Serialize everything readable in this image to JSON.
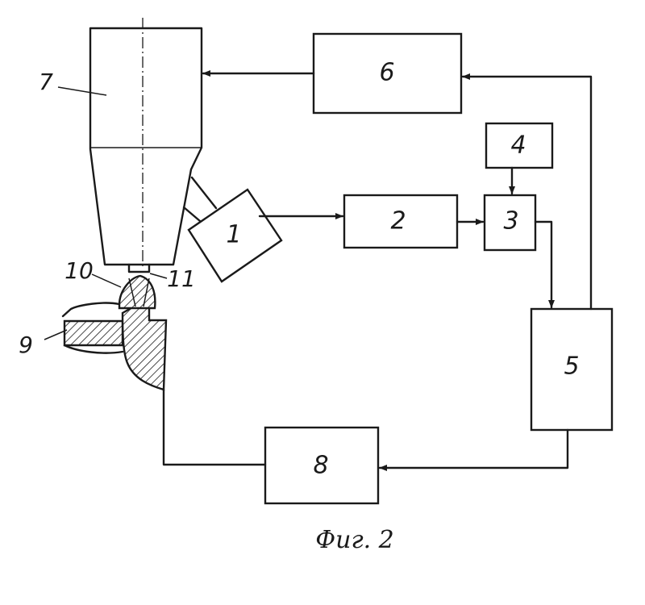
{
  "blocks": {
    "b1": "1",
    "b2": "2",
    "b3": "3",
    "b4": "4",
    "b5": "5",
    "b6": "6",
    "b8": "8"
  },
  "refs": {
    "r7": "7",
    "r9": "9",
    "r10": "10",
    "r11": "11"
  },
  "caption": "Фиг. 2"
}
